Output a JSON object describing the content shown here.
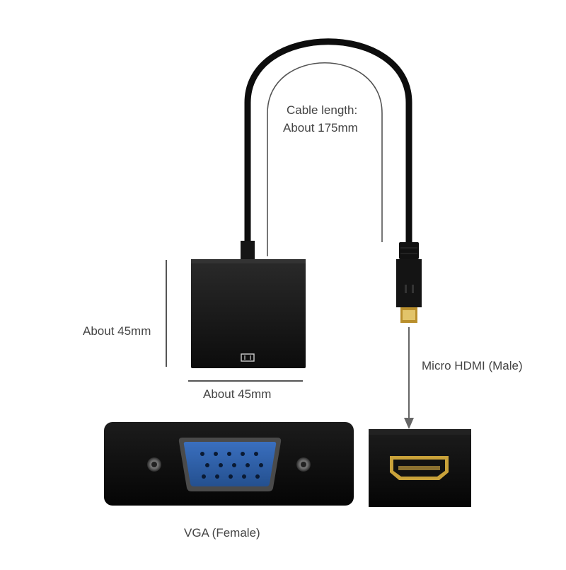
{
  "labels": {
    "cable_length_line1": "Cable length:",
    "cable_length_line2": "About 175mm",
    "height": "About 45mm",
    "width": "About 45mm",
    "micro_hdmi": "Micro HDMI (Male)",
    "vga": "VGA (Female)"
  },
  "colors": {
    "body": "#101010",
    "vga_port": "#2e5fa8",
    "gold": "#c9a23a",
    "label_text": "#444444"
  },
  "icons": {
    "hdmi_symbol": "hdmi-port-icon",
    "arrow": "arrow-down-icon"
  }
}
